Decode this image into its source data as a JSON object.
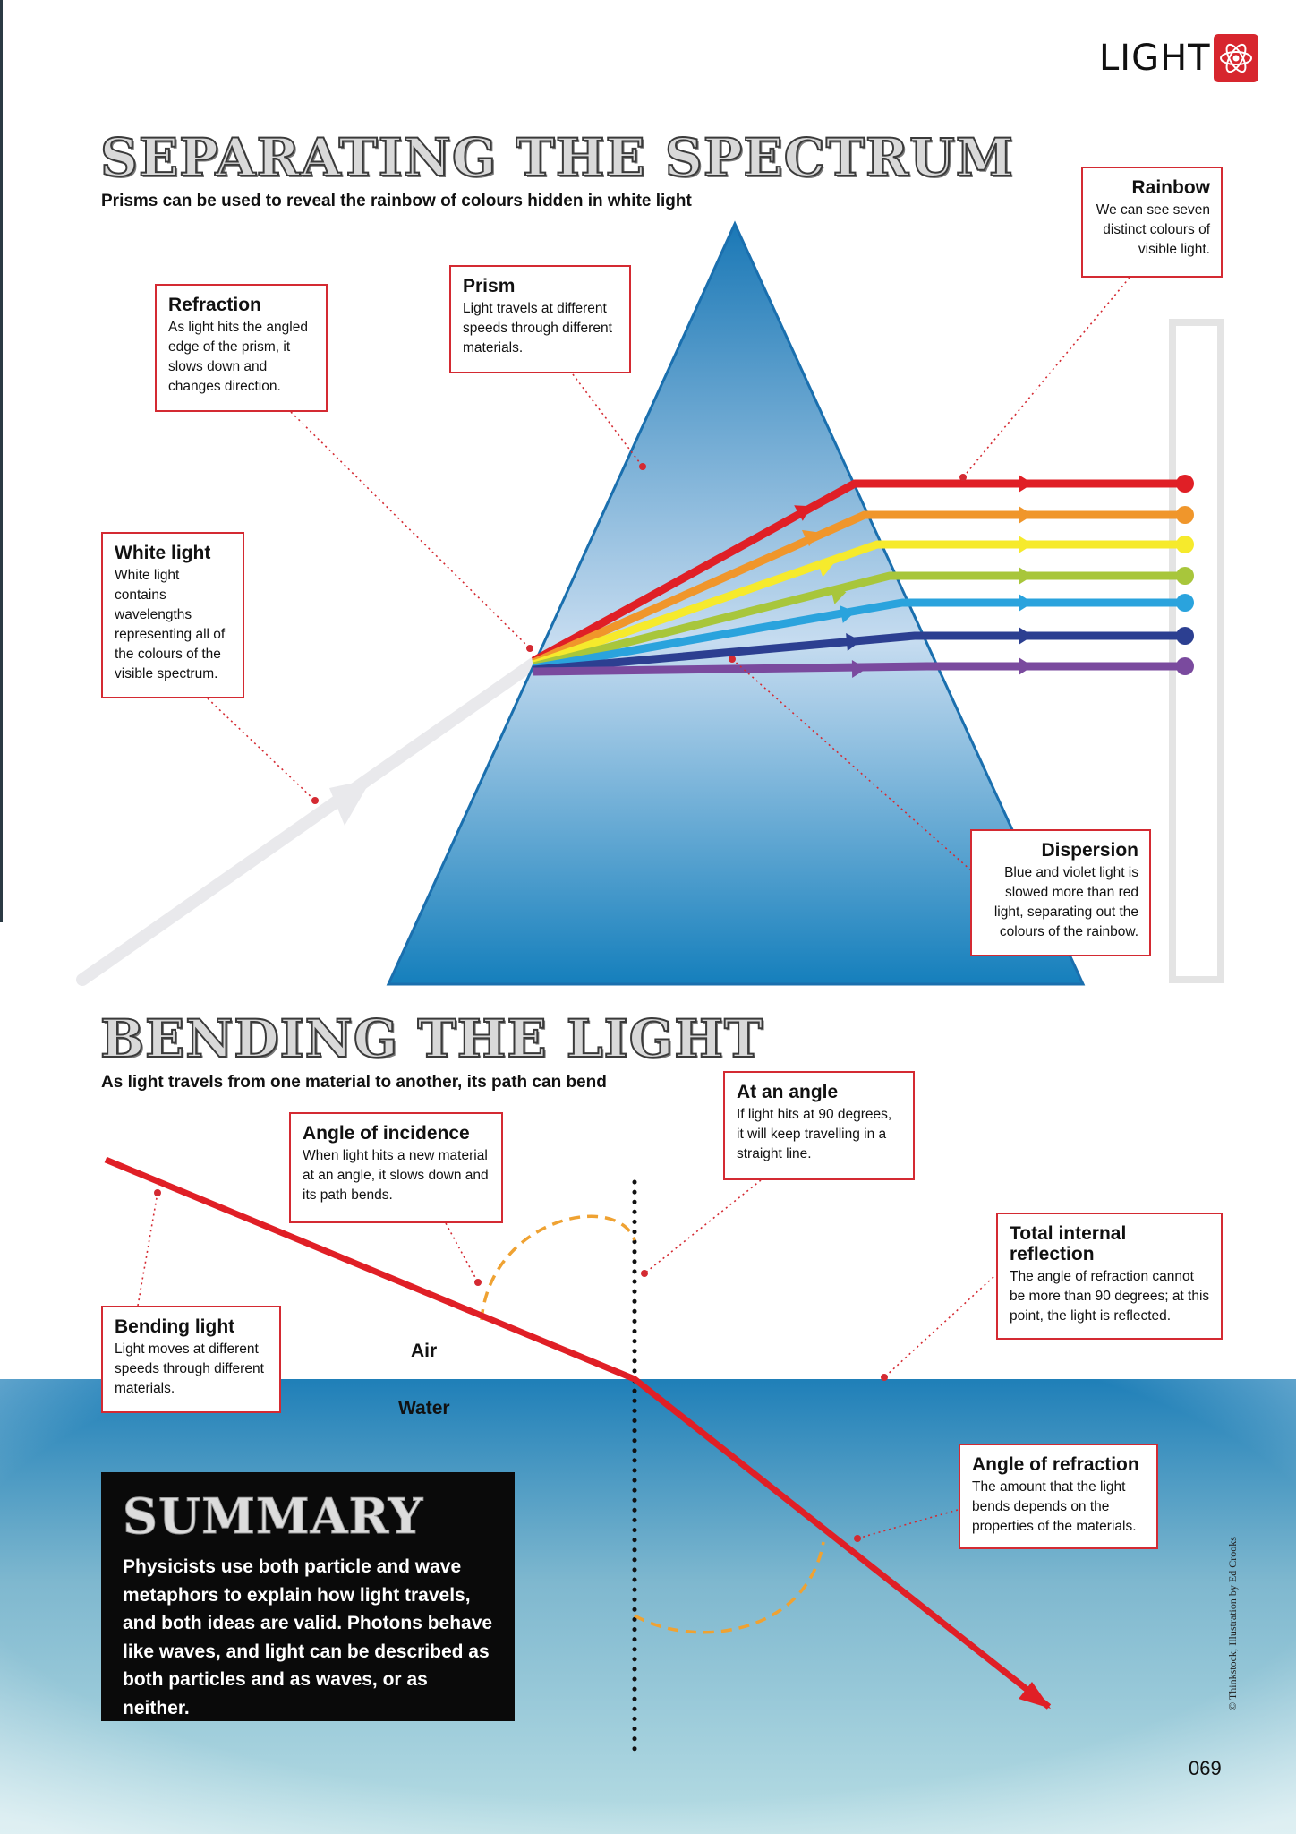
{
  "header": {
    "word": "LIGHT",
    "icon": "atom-icon"
  },
  "colors": {
    "accent": "#d42a32",
    "prism_top": "#1a78b6",
    "prism_mid": "#c6dcf0",
    "prism_bottom": "#157fbc",
    "water_top": "#1f7fb8",
    "water_bottom": "#b7dde4",
    "summary_bg": "#0a0a0a"
  },
  "spectrum": {
    "title": "SEPARATING THE SPECTRUM",
    "subtitle": "Prisms can be used to reveal the rainbow of colours hidden in white light",
    "ray_colors": [
      "#e01f26",
      "#f0962b",
      "#f6ea2c",
      "#a8c63b",
      "#2aa3dd",
      "#2c3f91",
      "#7a4a9e"
    ],
    "callouts": {
      "refraction": {
        "title": "Refraction",
        "body": "As light hits the angled edge of the prism, it slows down and changes direction."
      },
      "prism": {
        "title": "Prism",
        "body": "Light travels at different speeds through different materials."
      },
      "rainbow": {
        "title": "Rainbow",
        "body": "We can see seven distinct colours of visible light."
      },
      "white_light": {
        "title": "White light",
        "body": "White light contains wavelengths representing all of the colours of the visible spectrum."
      },
      "dispersion": {
        "title": "Dispersion",
        "body": "Blue and violet light is slowed more than red light, separating out the colours of the rainbow."
      }
    }
  },
  "bending": {
    "title": "BENDING THE LIGHT",
    "subtitle": "As light travels from one material to another, its path can bend",
    "air_label": "Air",
    "water_label": "Water",
    "callouts": {
      "angle_of_incidence": {
        "title": "Angle of incidence",
        "body": "When light hits a new material at an angle, it slows down and its path bends."
      },
      "at_an_angle": {
        "title": "At an angle",
        "body": "If light hits at 90 degrees, it will keep travelling in a straight line."
      },
      "total_internal_reflection": {
        "title": "Total internal reflection",
        "body": "The angle of refraction cannot be more than 90 degrees; at this point, the light is reflected."
      },
      "bending_light": {
        "title": "Bending light",
        "body": "Light moves at different speeds through different materials."
      },
      "angle_of_refraction": {
        "title": "Angle of refraction",
        "body": "The amount that the light bends depends on the properties of the materials."
      }
    }
  },
  "summary": {
    "title": "SUMMARY",
    "body": "Physicists use both particle and wave metaphors to explain how light travels, and both ideas are valid. Photons behave like waves, and light can be described as both particles and as waves, or as neither."
  },
  "credit": "© Thinkstock; Illustration by Ed Crooks",
  "page_number": "069"
}
